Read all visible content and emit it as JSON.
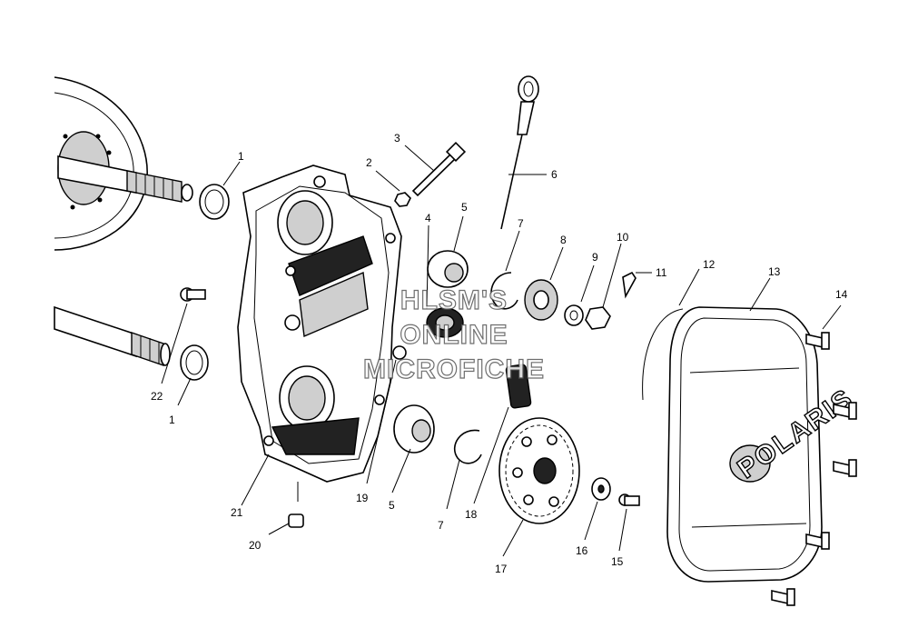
{
  "callouts": [
    "1",
    "2",
    "3",
    "4",
    "5",
    "6",
    "7",
    "8",
    "9",
    "10",
    "11",
    "12",
    "13",
    "14",
    "22",
    "1",
    "19",
    "5",
    "7",
    "18",
    "21",
    "20",
    "17",
    "16",
    "15"
  ],
  "watermark": [
    "HLSM'S",
    "ONLINE",
    "MICROFICHE"
  ],
  "cover_brand": "POLARIS"
}
